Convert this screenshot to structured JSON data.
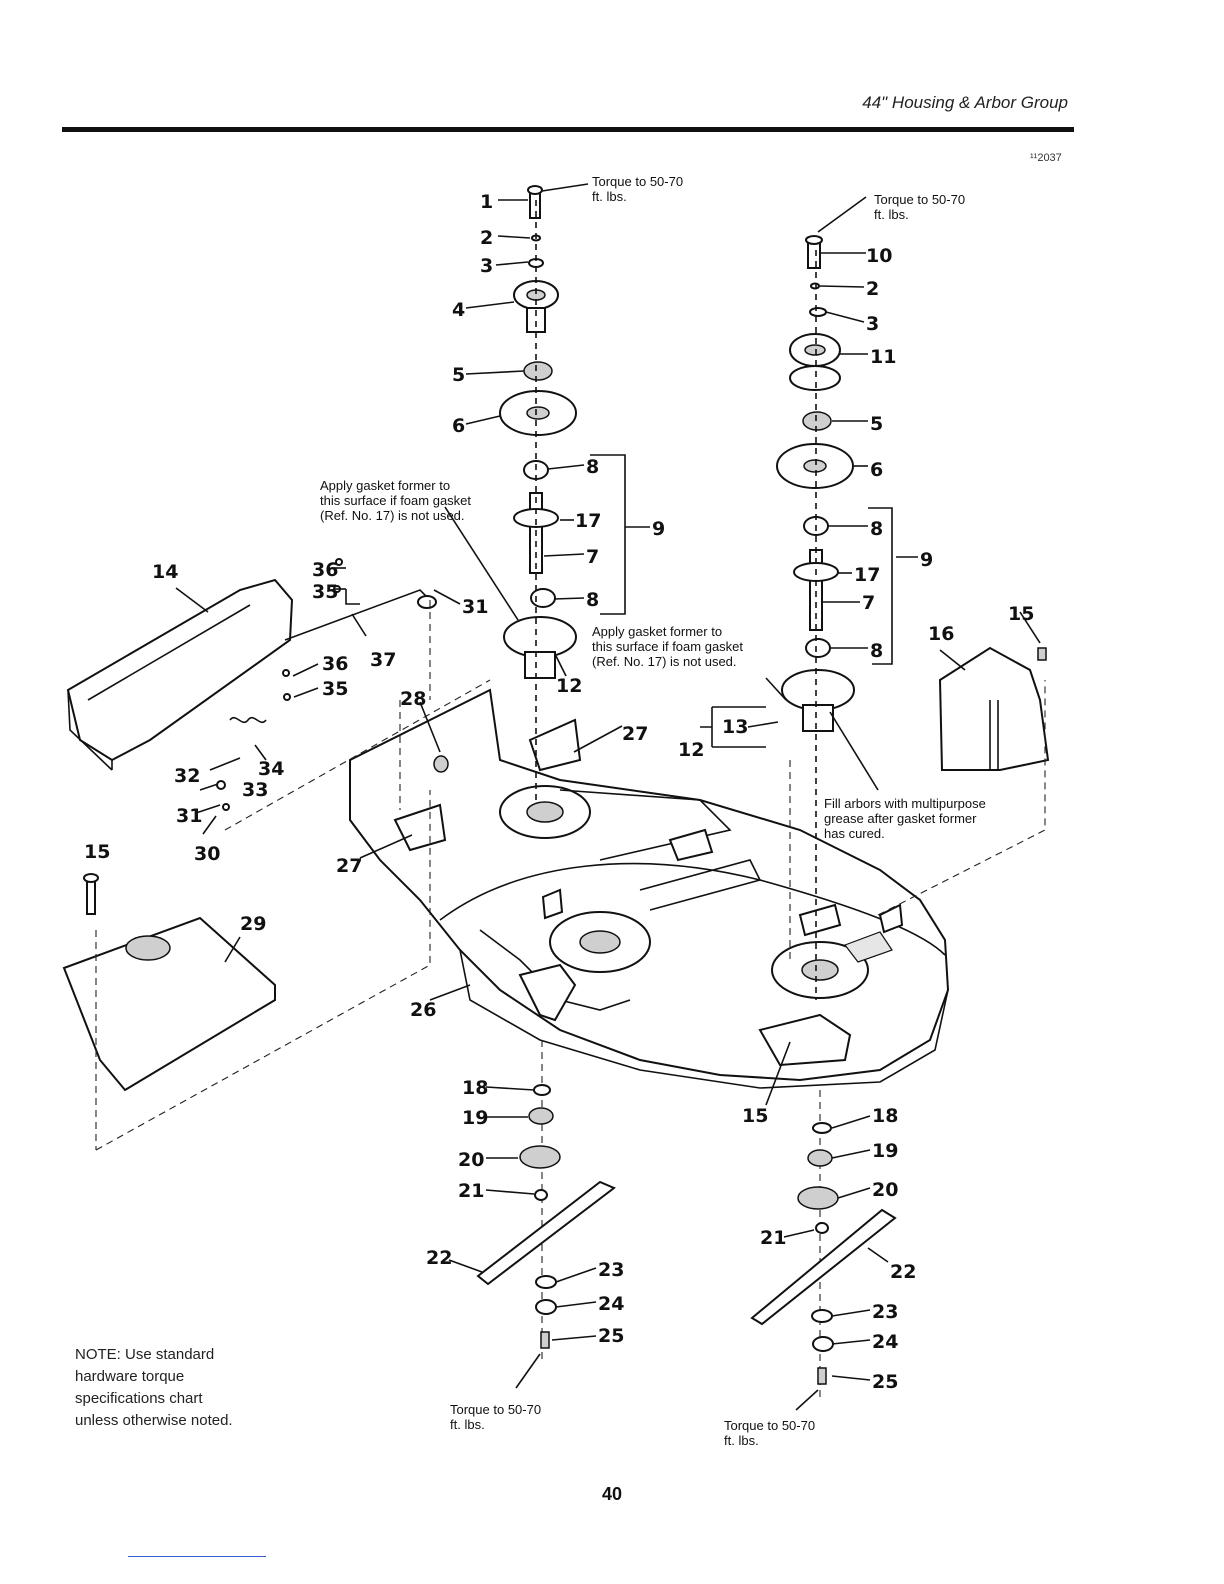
{
  "header": {
    "title": "44\" Housing & Arbor Group",
    "figure_code": "¹¹2037"
  },
  "callouts": {
    "torque_top_left": [
      "Torque to 50-70",
      "ft. lbs."
    ],
    "torque_top_right": [
      "Torque to 50-70",
      "ft. lbs."
    ],
    "gasket_left": [
      "Apply gasket former to",
      "this surface if foam gasket",
      "(Ref. No. 17) is not used."
    ],
    "gasket_right": [
      "Apply gasket former to",
      "this surface if foam gasket",
      "(Ref. No. 17) is not used."
    ],
    "grease": [
      "Fill arbors with multipurpose",
      "grease after gasket former",
      "has cured."
    ],
    "torque_bottom_left": [
      "Torque to 50-70",
      "ft. lbs."
    ],
    "torque_bottom_right": [
      "Torque to 50-70",
      "ft. lbs."
    ]
  },
  "part_labels": {
    "left_arbor": [
      "1",
      "2",
      "3",
      "4",
      "5",
      "6",
      "8",
      "17",
      "7",
      "8",
      "9",
      "12",
      "27"
    ],
    "right_arbor": [
      "10",
      "2",
      "3",
      "11",
      "5",
      "6",
      "8",
      "17",
      "7",
      "8",
      "9",
      "13",
      "12"
    ],
    "chute": [
      "14",
      "36",
      "35",
      "37",
      "36",
      "35",
      "31",
      "28",
      "34",
      "33",
      "32",
      "31",
      "30"
    ],
    "deck": [
      "15",
      "29",
      "27",
      "26",
      "16",
      "15",
      "15"
    ],
    "left_blade": [
      "18",
      "19",
      "20",
      "21",
      "22",
      "23",
      "24",
      "25"
    ],
    "right_blade": [
      "18",
      "19",
      "20",
      "21",
      "22",
      "23",
      "24",
      "25"
    ]
  },
  "note": [
    "NOTE: Use standard",
    "hardware torque",
    "specifications chart",
    "unless otherwise noted."
  ],
  "page_number": "40"
}
